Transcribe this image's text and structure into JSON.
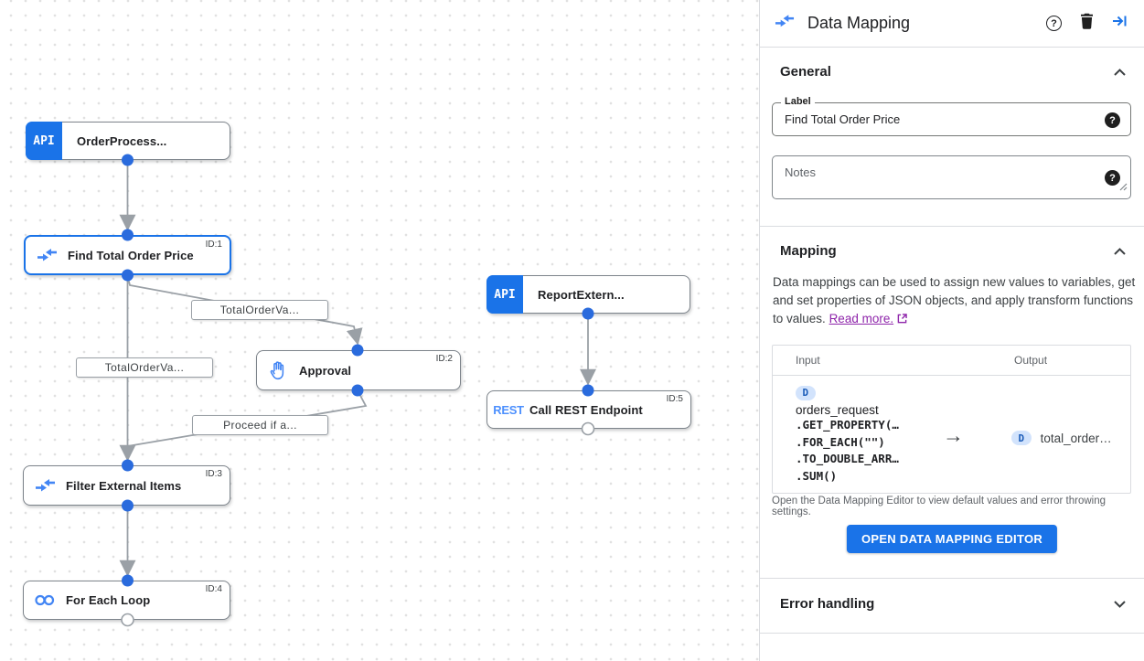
{
  "canvas": {
    "nodes": [
      {
        "label": "OrderProcess...",
        "badge": "API"
      },
      {
        "label": "Find Total Order Price",
        "id_tag": "ID:1"
      },
      {
        "label": "ReportExtern...",
        "badge": "API"
      },
      {
        "label": "Approval",
        "id_tag": "ID:2"
      },
      {
        "label": "Call REST Endpoint",
        "id_tag": "ID:5",
        "icon_text": "REST"
      },
      {
        "label": "Filter External Items",
        "id_tag": "ID:3"
      },
      {
        "label": "For Each Loop",
        "id_tag": "ID:4"
      }
    ],
    "edge_labels": [
      {
        "text": "TotalOrderVa..."
      },
      {
        "text": "TotalOrderVa..."
      },
      {
        "text": "Proceed if a..."
      }
    ]
  },
  "panel": {
    "title": "Data Mapping",
    "general": {
      "heading": "General",
      "label_field": {
        "label": "Label",
        "value": "Find Total Order Price",
        "help_glyph": "?"
      },
      "notes_field": {
        "placeholder": "Notes",
        "help_glyph": "?"
      }
    },
    "mapping": {
      "heading": "Mapping",
      "description": "Data mappings can be used to assign new values to variables, get and set properties of JSON objects, and apply transform functions to values.",
      "read_more": "Read more.",
      "table": {
        "input_header": "Input",
        "output_header": "Output",
        "input_badge": "D",
        "input_var": "orders_request",
        "input_lines": [
          ".GET_PROPERTY(…",
          ".FOR_EACH(\"\")",
          ".TO_DOUBLE_ARR…",
          ".SUM()"
        ],
        "arrow_glyph": "→",
        "output_badge": "D",
        "output_var": "total_order…"
      },
      "caption": "Open the Data Mapping Editor to view default values and error throwing settings.",
      "button_label": "OPEN DATA MAPPING EDITOR"
    },
    "error_handling": {
      "heading": "Error handling"
    },
    "header_help_glyph": "?"
  },
  "colors": {
    "accent": "#1a73e8",
    "icon_blue": "#4285f4",
    "edge_gray": "#9aa0a6",
    "link_purple": "#8e24aa",
    "badge_bg": "#d2e3fc",
    "badge_text": "#1b5cb8"
  }
}
